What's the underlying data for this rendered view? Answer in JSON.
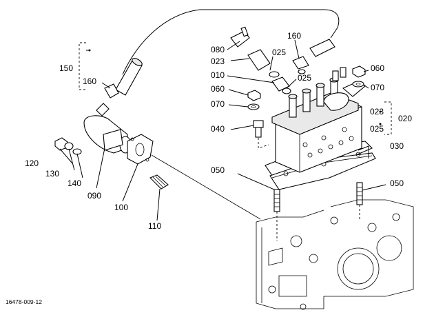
{
  "drawing_id": "16478-009-12",
  "callouts": {
    "c080": "080",
    "c023a": "023",
    "c025a": "025",
    "c160a": "160",
    "c010": "010",
    "c025b": "025",
    "c060a": "060",
    "c070a": "070",
    "c060b": "060",
    "c070b": "070",
    "c023b": "023",
    "c025c": "025",
    "c020": "020",
    "c040": "040",
    "c030": "030",
    "c050a": "050",
    "c050b": "050",
    "c150": "150",
    "c160b": "160",
    "c120": "120",
    "c130": "130",
    "c140": "140",
    "c090": "090",
    "c100": "100",
    "c110": "110"
  }
}
